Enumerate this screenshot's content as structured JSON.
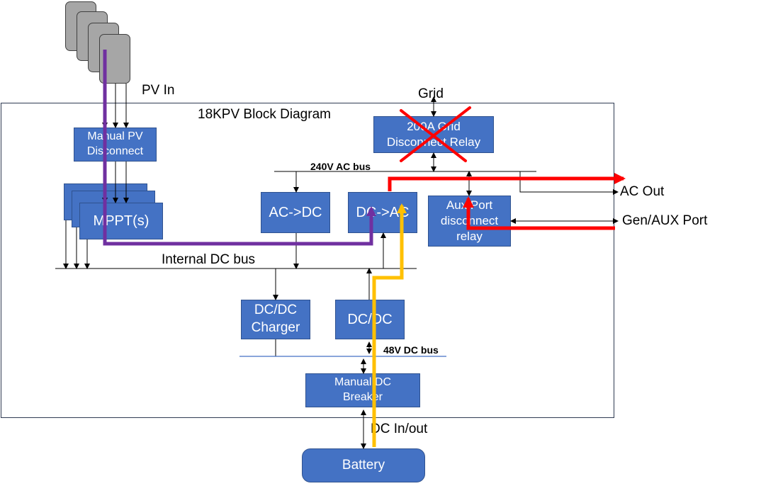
{
  "title": "18KPV Block Diagram",
  "labels": {
    "pv_in": "PV In",
    "grid": "Grid",
    "ac_bus": "240V AC bus",
    "ac_out": "AC Out",
    "gen_aux_port": "Gen/AUX Port",
    "internal_dc_bus": "Internal DC bus",
    "dc_bus_48v": "48V DC bus",
    "dc_in_out": "DC In/out"
  },
  "blocks": {
    "manual_pv_disconnect": "Manual PV Disconnect",
    "mppt": "MPPT(s)",
    "ac_dc": "AC->DC",
    "dc_ac": "DC->AC",
    "grid_relay": "200A Grid Disconnect Relay",
    "aux_relay": "Aux Port disconnect relay",
    "dc_dc_charger": "DC/DC Charger",
    "dc_dc": "DC/DC",
    "manual_dc_breaker": "Manual DC Breaker",
    "battery": "Battery"
  },
  "colors": {
    "block_fill": "#4472c4",
    "pv_path": "#7030a0",
    "battery_path": "#ffc000",
    "grid_path": "#ff0000",
    "pv_panel": "#a6a6a6"
  },
  "icons": [
    "solar-panel-icon",
    "cross-out-icon"
  ]
}
